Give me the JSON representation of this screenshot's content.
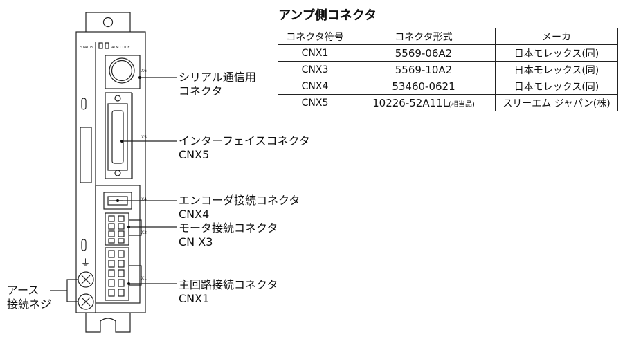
{
  "device": {
    "status_label": "STATUS",
    "alm_label": "ALM CODE",
    "port_labels": [
      "X6",
      "X5",
      "X4",
      "X3",
      "X1"
    ],
    "ground_symbol": "⏚"
  },
  "callouts": {
    "serial": [
      "シリアル通信用",
      "コネクタ"
    ],
    "interface": [
      "インターフェイスコネクタ",
      "CNX5"
    ],
    "encoder": [
      "エンコーダ接続コネクタ",
      "CNX4"
    ],
    "motor": [
      "モータ接続コネクタ",
      "CN X3"
    ],
    "main": [
      "主回路接続コネクタ",
      "CNX1"
    ],
    "earth": [
      "アース",
      "接続ネジ"
    ]
  },
  "table": {
    "title": "アンプ側コネクタ",
    "headers": [
      "コネクタ符号",
      "コネクタ形式",
      "メーカ"
    ],
    "rows": [
      {
        "code": "CNX1",
        "model": "5569-06A2",
        "note": "",
        "maker": "日本モレックス(同)"
      },
      {
        "code": "CNX3",
        "model": "5569-10A2",
        "note": "",
        "maker": "日本モレックス(同)"
      },
      {
        "code": "CNX4",
        "model": "53460-0621",
        "note": "",
        "maker": "日本モレックス(同)"
      },
      {
        "code": "CNX5",
        "model": "10226-52A11L",
        "note": "(相当品)",
        "maker": "スリーエム ジャパン(株)"
      }
    ]
  }
}
